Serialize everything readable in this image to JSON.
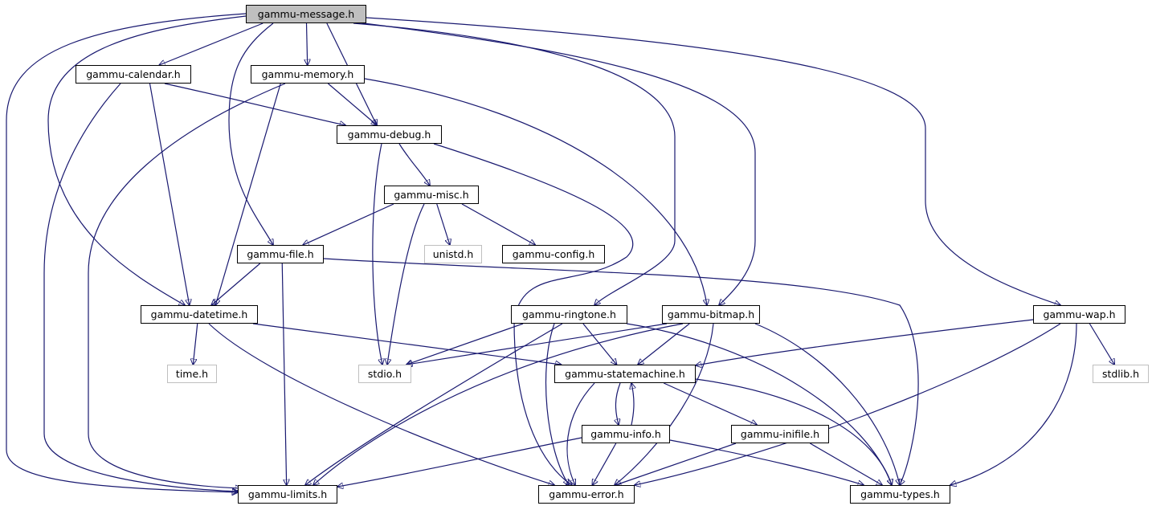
{
  "nodes": [
    {
      "id": "message",
      "label": "gammu-message.h",
      "kind": "root"
    },
    {
      "id": "calendar",
      "label": "gammu-calendar.h",
      "kind": "proj"
    },
    {
      "id": "memory",
      "label": "gammu-memory.h",
      "kind": "proj"
    },
    {
      "id": "debug",
      "label": "gammu-debug.h",
      "kind": "proj"
    },
    {
      "id": "misc",
      "label": "gammu-misc.h",
      "kind": "proj"
    },
    {
      "id": "unistd",
      "label": "unistd.h",
      "kind": "sys"
    },
    {
      "id": "config",
      "label": "gammu-config.h",
      "kind": "proj"
    },
    {
      "id": "file",
      "label": "gammu-file.h",
      "kind": "proj"
    },
    {
      "id": "datetime",
      "label": "gammu-datetime.h",
      "kind": "proj"
    },
    {
      "id": "time",
      "label": "time.h",
      "kind": "sys"
    },
    {
      "id": "ringtone",
      "label": "gammu-ringtone.h",
      "kind": "proj"
    },
    {
      "id": "bitmap",
      "label": "gammu-bitmap.h",
      "kind": "proj"
    },
    {
      "id": "wap",
      "label": "gammu-wap.h",
      "kind": "proj"
    },
    {
      "id": "stdio",
      "label": "stdio.h",
      "kind": "sys"
    },
    {
      "id": "statemachine",
      "label": "gammu-statemachine.h",
      "kind": "proj"
    },
    {
      "id": "stdlib",
      "label": "stdlib.h",
      "kind": "sys"
    },
    {
      "id": "info",
      "label": "gammu-info.h",
      "kind": "proj"
    },
    {
      "id": "inifile",
      "label": "gammu-inifile.h",
      "kind": "proj"
    },
    {
      "id": "limits",
      "label": "gammu-limits.h",
      "kind": "proj"
    },
    {
      "id": "error",
      "label": "gammu-error.h",
      "kind": "proj"
    },
    {
      "id": "types",
      "label": "gammu-types.h",
      "kind": "proj"
    }
  ],
  "edges": [
    [
      "message",
      "calendar"
    ],
    [
      "message",
      "memory"
    ],
    [
      "message",
      "debug"
    ],
    [
      "message",
      "file"
    ],
    [
      "message",
      "datetime"
    ],
    [
      "message",
      "limits"
    ],
    [
      "message",
      "ringtone"
    ],
    [
      "message",
      "bitmap"
    ],
    [
      "message",
      "wap"
    ],
    [
      "calendar",
      "debug"
    ],
    [
      "calendar",
      "datetime"
    ],
    [
      "calendar",
      "limits"
    ],
    [
      "memory",
      "debug"
    ],
    [
      "memory",
      "datetime"
    ],
    [
      "memory",
      "limits"
    ],
    [
      "memory",
      "bitmap"
    ],
    [
      "debug",
      "misc"
    ],
    [
      "debug",
      "stdio"
    ],
    [
      "debug",
      "error"
    ],
    [
      "misc",
      "file"
    ],
    [
      "misc",
      "unistd"
    ],
    [
      "misc",
      "config"
    ],
    [
      "misc",
      "stdio"
    ],
    [
      "file",
      "datetime"
    ],
    [
      "file",
      "limits"
    ],
    [
      "file",
      "types"
    ],
    [
      "datetime",
      "time"
    ],
    [
      "datetime",
      "statemachine"
    ],
    [
      "datetime",
      "error"
    ],
    [
      "ringtone",
      "stdio"
    ],
    [
      "ringtone",
      "statemachine"
    ],
    [
      "ringtone",
      "limits"
    ],
    [
      "ringtone",
      "error"
    ],
    [
      "ringtone",
      "types"
    ],
    [
      "bitmap",
      "stdio"
    ],
    [
      "bitmap",
      "statemachine"
    ],
    [
      "bitmap",
      "limits"
    ],
    [
      "bitmap",
      "error"
    ],
    [
      "bitmap",
      "types"
    ],
    [
      "wap",
      "statemachine"
    ],
    [
      "wap",
      "stdlib"
    ],
    [
      "wap",
      "error"
    ],
    [
      "wap",
      "types"
    ],
    [
      "statemachine",
      "info"
    ],
    [
      "statemachine",
      "inifile"
    ],
    [
      "statemachine",
      "error"
    ],
    [
      "statemachine",
      "types"
    ],
    [
      "info",
      "statemachine"
    ],
    [
      "info",
      "limits"
    ],
    [
      "info",
      "error"
    ],
    [
      "info",
      "types"
    ],
    [
      "inifile",
      "error"
    ],
    [
      "inifile",
      "types"
    ]
  ]
}
